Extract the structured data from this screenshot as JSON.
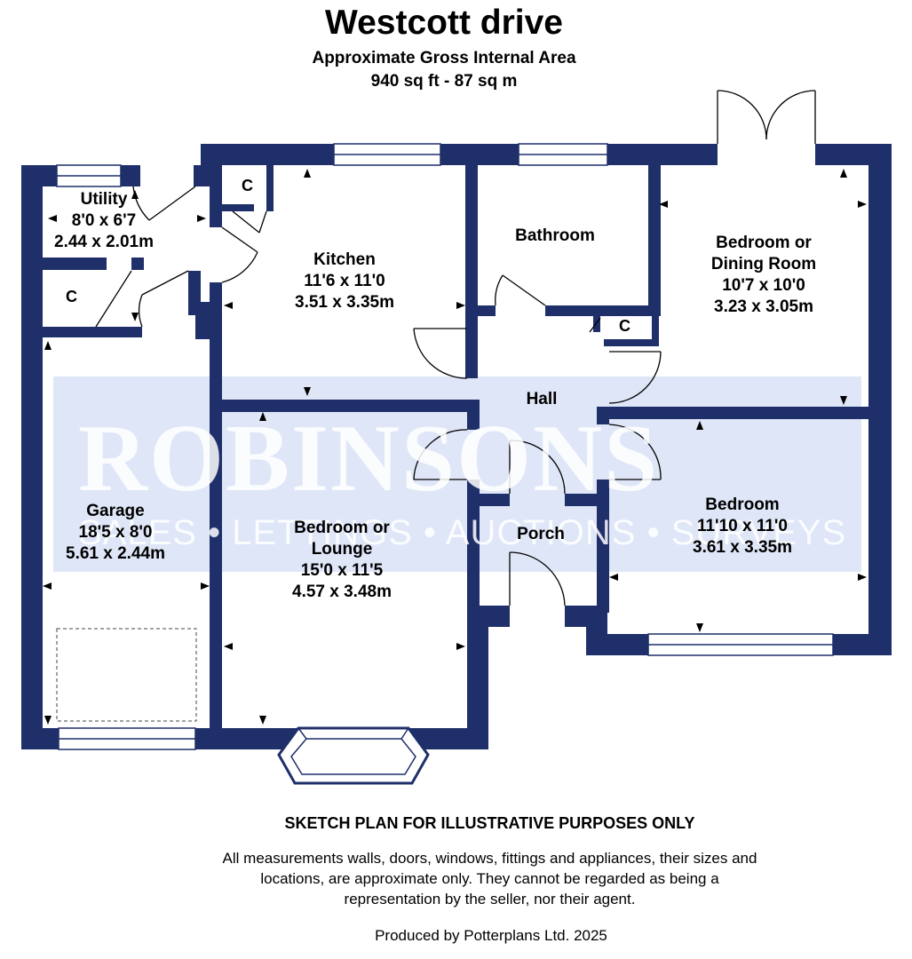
{
  "header": {
    "title": "Westcott drive",
    "subtitle_area": "Approximate Gross Internal Area",
    "subtitle_size": "940 sq ft - 87 sq m"
  },
  "colors": {
    "wall": "#1f2f6a",
    "watermark_band": "#dfe6f7",
    "window_fill": "#ffffff"
  },
  "rooms": {
    "utility": {
      "name": "Utility",
      "imperial": "8'0 x 6'7",
      "metric": "2.44 x 2.01m"
    },
    "kitchen": {
      "name": "Kitchen",
      "imperial": "11'6 x 11'0",
      "metric": "3.51 x 3.35m"
    },
    "bathroom": {
      "name": "Bathroom"
    },
    "bedroom_dining": {
      "name_line1": "Bedroom or",
      "name_line2": "Dining Room",
      "imperial": "10'7 x 10'0",
      "metric": "3.23 x 3.05m"
    },
    "hall": {
      "name": "Hall"
    },
    "garage": {
      "name": "Garage",
      "imperial": "18'5 x 8'0",
      "metric": "5.61 x 2.44m"
    },
    "bedroom_lounge": {
      "name_line1": "Bedroom or",
      "name_line2": "Lounge",
      "imperial": "15'0 x 11'5",
      "metric": "4.57 x 3.48m"
    },
    "porch": {
      "name": "Porch"
    },
    "bedroom": {
      "name": "Bedroom",
      "imperial": "11'10 x 11'0",
      "metric": "3.61 x 3.35m"
    }
  },
  "cupboards": {
    "label": "C"
  },
  "watermark": {
    "brand": "ROBINSONS",
    "services": "SALES • LETTINGS • AUCTIONS • SURVEYS"
  },
  "footer": {
    "heading": "SKETCH PLAN FOR ILLUSTRATIVE PURPOSES ONLY",
    "disclaimer": "All measurements walls, doors, windows, fittings and appliances, their sizes and locations, are approximate only. They cannot be regarded as being a representation by the seller, nor their agent.",
    "producer": "Produced by Potterplans Ltd. 2025"
  }
}
